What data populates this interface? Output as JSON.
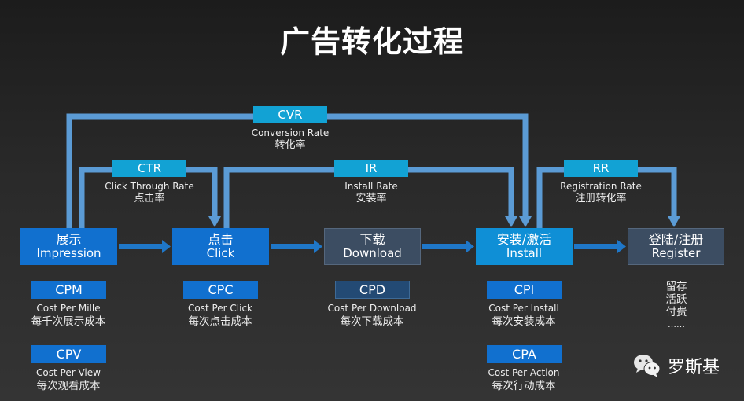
{
  "title": "广告转化过程",
  "stages": [
    {
      "cn": "展示",
      "en": "Impression",
      "color": "#1170cf"
    },
    {
      "cn": "点击",
      "en": "Click",
      "color": "#1170cf"
    },
    {
      "cn": "下载",
      "en": "Download",
      "color": "#3c4d62"
    },
    {
      "cn": "安装/激活",
      "en": "Install",
      "color": "#0f8fd6"
    },
    {
      "cn": "登陆/注册",
      "en": "Register",
      "color": "#3c4d62"
    }
  ],
  "rates": {
    "cvr": {
      "abbr": "CVR",
      "en": "Conversion Rate",
      "zh": "转化率",
      "from": "Impression",
      "to": "Install"
    },
    "ctr": {
      "abbr": "CTR",
      "en": "Click Through Rate",
      "zh": "点击率",
      "from": "Impression",
      "to": "Click"
    },
    "ir": {
      "abbr": "IR",
      "en": "Install Rate",
      "zh": "安装率",
      "from": "Click",
      "to": "Install"
    },
    "rr": {
      "abbr": "RR",
      "en": "Registration Rate",
      "zh": "注册转化率",
      "from": "Install",
      "to": "Register"
    }
  },
  "costs": {
    "cpm": {
      "abbr": "CPM",
      "en": "Cost Per Mille",
      "zh": "每千次展示成本"
    },
    "cpv": {
      "abbr": "CPV",
      "en": "Cost Per View",
      "zh": "每次观看成本"
    },
    "cpc": {
      "abbr": "CPC",
      "en": "Cost Per Click",
      "zh": "每次点击成本"
    },
    "cpd": {
      "abbr": "CPD",
      "en": "Cost Per Download",
      "zh": "每次下载成本"
    },
    "cpi": {
      "abbr": "CPI",
      "en": "Cost Per Install",
      "zh": "每次安装成本"
    },
    "cpa": {
      "abbr": "CPA",
      "en": "Cost Per Action",
      "zh": "每次行动成本"
    }
  },
  "register_extras": [
    "留存",
    "活跃",
    "付费",
    "……"
  ],
  "brand": {
    "icon": "wechat-icon",
    "name": "罗斯基"
  },
  "colors": {
    "connector": "#5b9bd5",
    "rate_tag": "#12a2d4",
    "stage_blue": "#1170cf",
    "arrow": "#1f77c8"
  }
}
